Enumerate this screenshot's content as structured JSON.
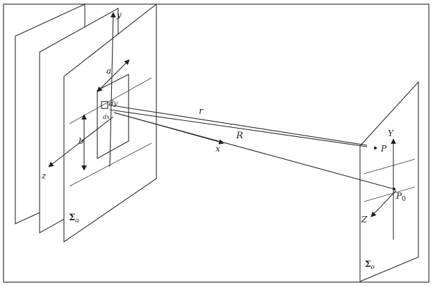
{
  "diagram": {
    "labels": {
      "y_axis": "y",
      "x_axis": "x",
      "z_axis": "z",
      "dim_a": "a",
      "dim_b": "b",
      "dy": "dy",
      "dx": "dx",
      "r": "r",
      "R": "R",
      "point_p": "P",
      "point_p0": "P",
      "p0_subscript": "0",
      "obs_y_axis": "Y",
      "obs_z_axis": "Z",
      "aperture_plane_symbol": "Σ",
      "aperture_plane_subscript": "a",
      "observation_plane_symbol": "Σ",
      "observation_plane_subscript": "o"
    },
    "colors": {
      "ink": "#2a2a2a",
      "background": "#ffffff"
    }
  }
}
